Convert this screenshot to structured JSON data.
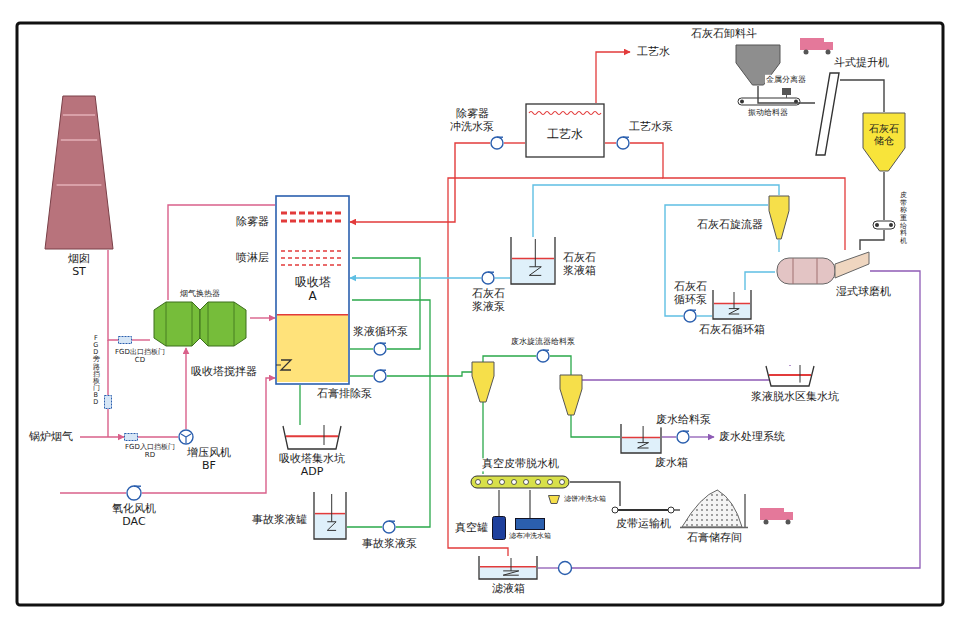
{
  "diagram": {
    "nodes": [
      {
        "text": [
          "烟囱 ST"
        ]
      },
      {
        "text": [
          "烟气换热器"
        ]
      },
      {
        "text": [
          "吸收塔 A"
        ]
      },
      {
        "text": [
          "工艺水"
        ]
      },
      {
        "text": [
          "除雾器 冲洗水泵"
        ]
      },
      {
        "text": [
          "工艺水泵"
        ]
      },
      {
        "text": [
          "石灰石卸料斗"
        ]
      },
      {
        "text": [
          "斗式提升机"
        ]
      },
      {
        "text": [
          "石灰石 储仓"
        ]
      },
      {
        "text": [
          "皮带称重给料机"
        ]
      },
      {
        "text": [
          "湿式球磨机"
        ]
      },
      {
        "text": [
          "石灰石旋流器"
        ]
      },
      {
        "text": [
          "石灰石循环箱"
        ]
      },
      {
        "text": [
          "石灰石 循环泵"
        ]
      },
      {
        "text": [
          "石灰石 浆液箱"
        ]
      },
      {
        "text": [
          "石灰石 浆液泵"
        ]
      },
      {
        "text": [
          "浆液循环泵"
        ]
      },
      {
        "text": [
          "石膏排除泵"
        ]
      },
      {
        "text": [
          "废水旋流器给料泵"
        ]
      },
      {
        "text": [
          "废水箱"
        ]
      },
      {
        "text": [
          "废水给料泵"
        ]
      },
      {
        "text": [
          "浆液脱水区集水坑"
        ]
      },
      {
        "text": [
          "吸收塔集水坑 ADP"
        ]
      },
      {
        "text": [
          "真空皮带脱水机"
        ]
      },
      {
        "text": [
          "滤饼冲洗水箱"
        ]
      },
      {
        "text": [
          "真空罐"
        ]
      },
      {
        "text": [
          "滤布冲洗水箱"
        ]
      },
      {
        "text": [
          "皮带运输机"
        ]
      },
      {
        "text": [
          "石膏储存间"
        ]
      },
      {
        "text": [
          "滤液箱"
        ]
      },
      {
        "text": [
          "氧化风机 DAC"
        ]
      },
      {
        "text": [
          "事故浆液罐"
        ]
      },
      {
        "text": [
          "事故浆液泵"
        ]
      },
      {
        "text": [
          "增压风机 BF"
        ]
      },
      {
        "text": [
          "FGD出口挡板门 CD"
        ]
      },
      {
        "text": [
          "FGD旁路挡板门 BD"
        ]
      },
      {
        "text": [
          "FGD入口挡板门 RD"
        ]
      }
    ],
    "edges": [
      {
        "from": 3,
        "to": 5,
        "arrow": "none"
      },
      {
        "from": 3,
        "to": 4,
        "arrow": "none"
      },
      {
        "from": 4,
        "to": 2,
        "arrow": "to"
      },
      {
        "from": 2,
        "to": 1,
        "arrow": "none"
      },
      {
        "from": 1,
        "to": 2,
        "arrow": "to"
      },
      {
        "from": 1,
        "to": 34,
        "arrow": "none"
      },
      {
        "from": 34,
        "to": 0,
        "arrow": "none"
      },
      {
        "from": 36,
        "to": 33,
        "arrow": "none"
      },
      {
        "from": 33,
        "to": 1,
        "arrow": "to"
      },
      {
        "from": 6,
        "to": 7,
        "arrow": "none"
      },
      {
        "from": 7,
        "to": 8,
        "arrow": "none"
      },
      {
        "from": 8,
        "to": 9,
        "arrow": "none"
      },
      {
        "from": 9,
        "to": 10,
        "arrow": "none"
      },
      {
        "from": 10,
        "to": 12,
        "arrow": "none"
      },
      {
        "from": 12,
        "to": 13,
        "arrow": "none"
      },
      {
        "from": 13,
        "to": 11,
        "arrow": "none"
      },
      {
        "from": 11,
        "to": 14,
        "arrow": "none"
      },
      {
        "from": 14,
        "to": 15,
        "arrow": "none"
      },
      {
        "from": 15,
        "to": 2,
        "arrow": "to"
      },
      {
        "from": 2,
        "to": 16,
        "arrow": "none"
      },
      {
        "from": 2,
        "to": 17,
        "arrow": "none"
      },
      {
        "from": 19,
        "to": 20,
        "arrow": "none"
      },
      {
        "from": 23,
        "to": 27,
        "arrow": "none"
      },
      {
        "from": 27,
        "to": 28,
        "arrow": "none"
      },
      {
        "from": 31,
        "to": 32,
        "arrow": "none"
      },
      {
        "from": 30,
        "to": 2,
        "arrow": "to"
      }
    ],
    "labels": [
      "工艺水",
      "金属分离器",
      "振动给料器",
      "除雾器",
      "喷淋层",
      "吸收塔搅拌器",
      "锅炉烟气",
      "废水处理系统"
    ]
  }
}
